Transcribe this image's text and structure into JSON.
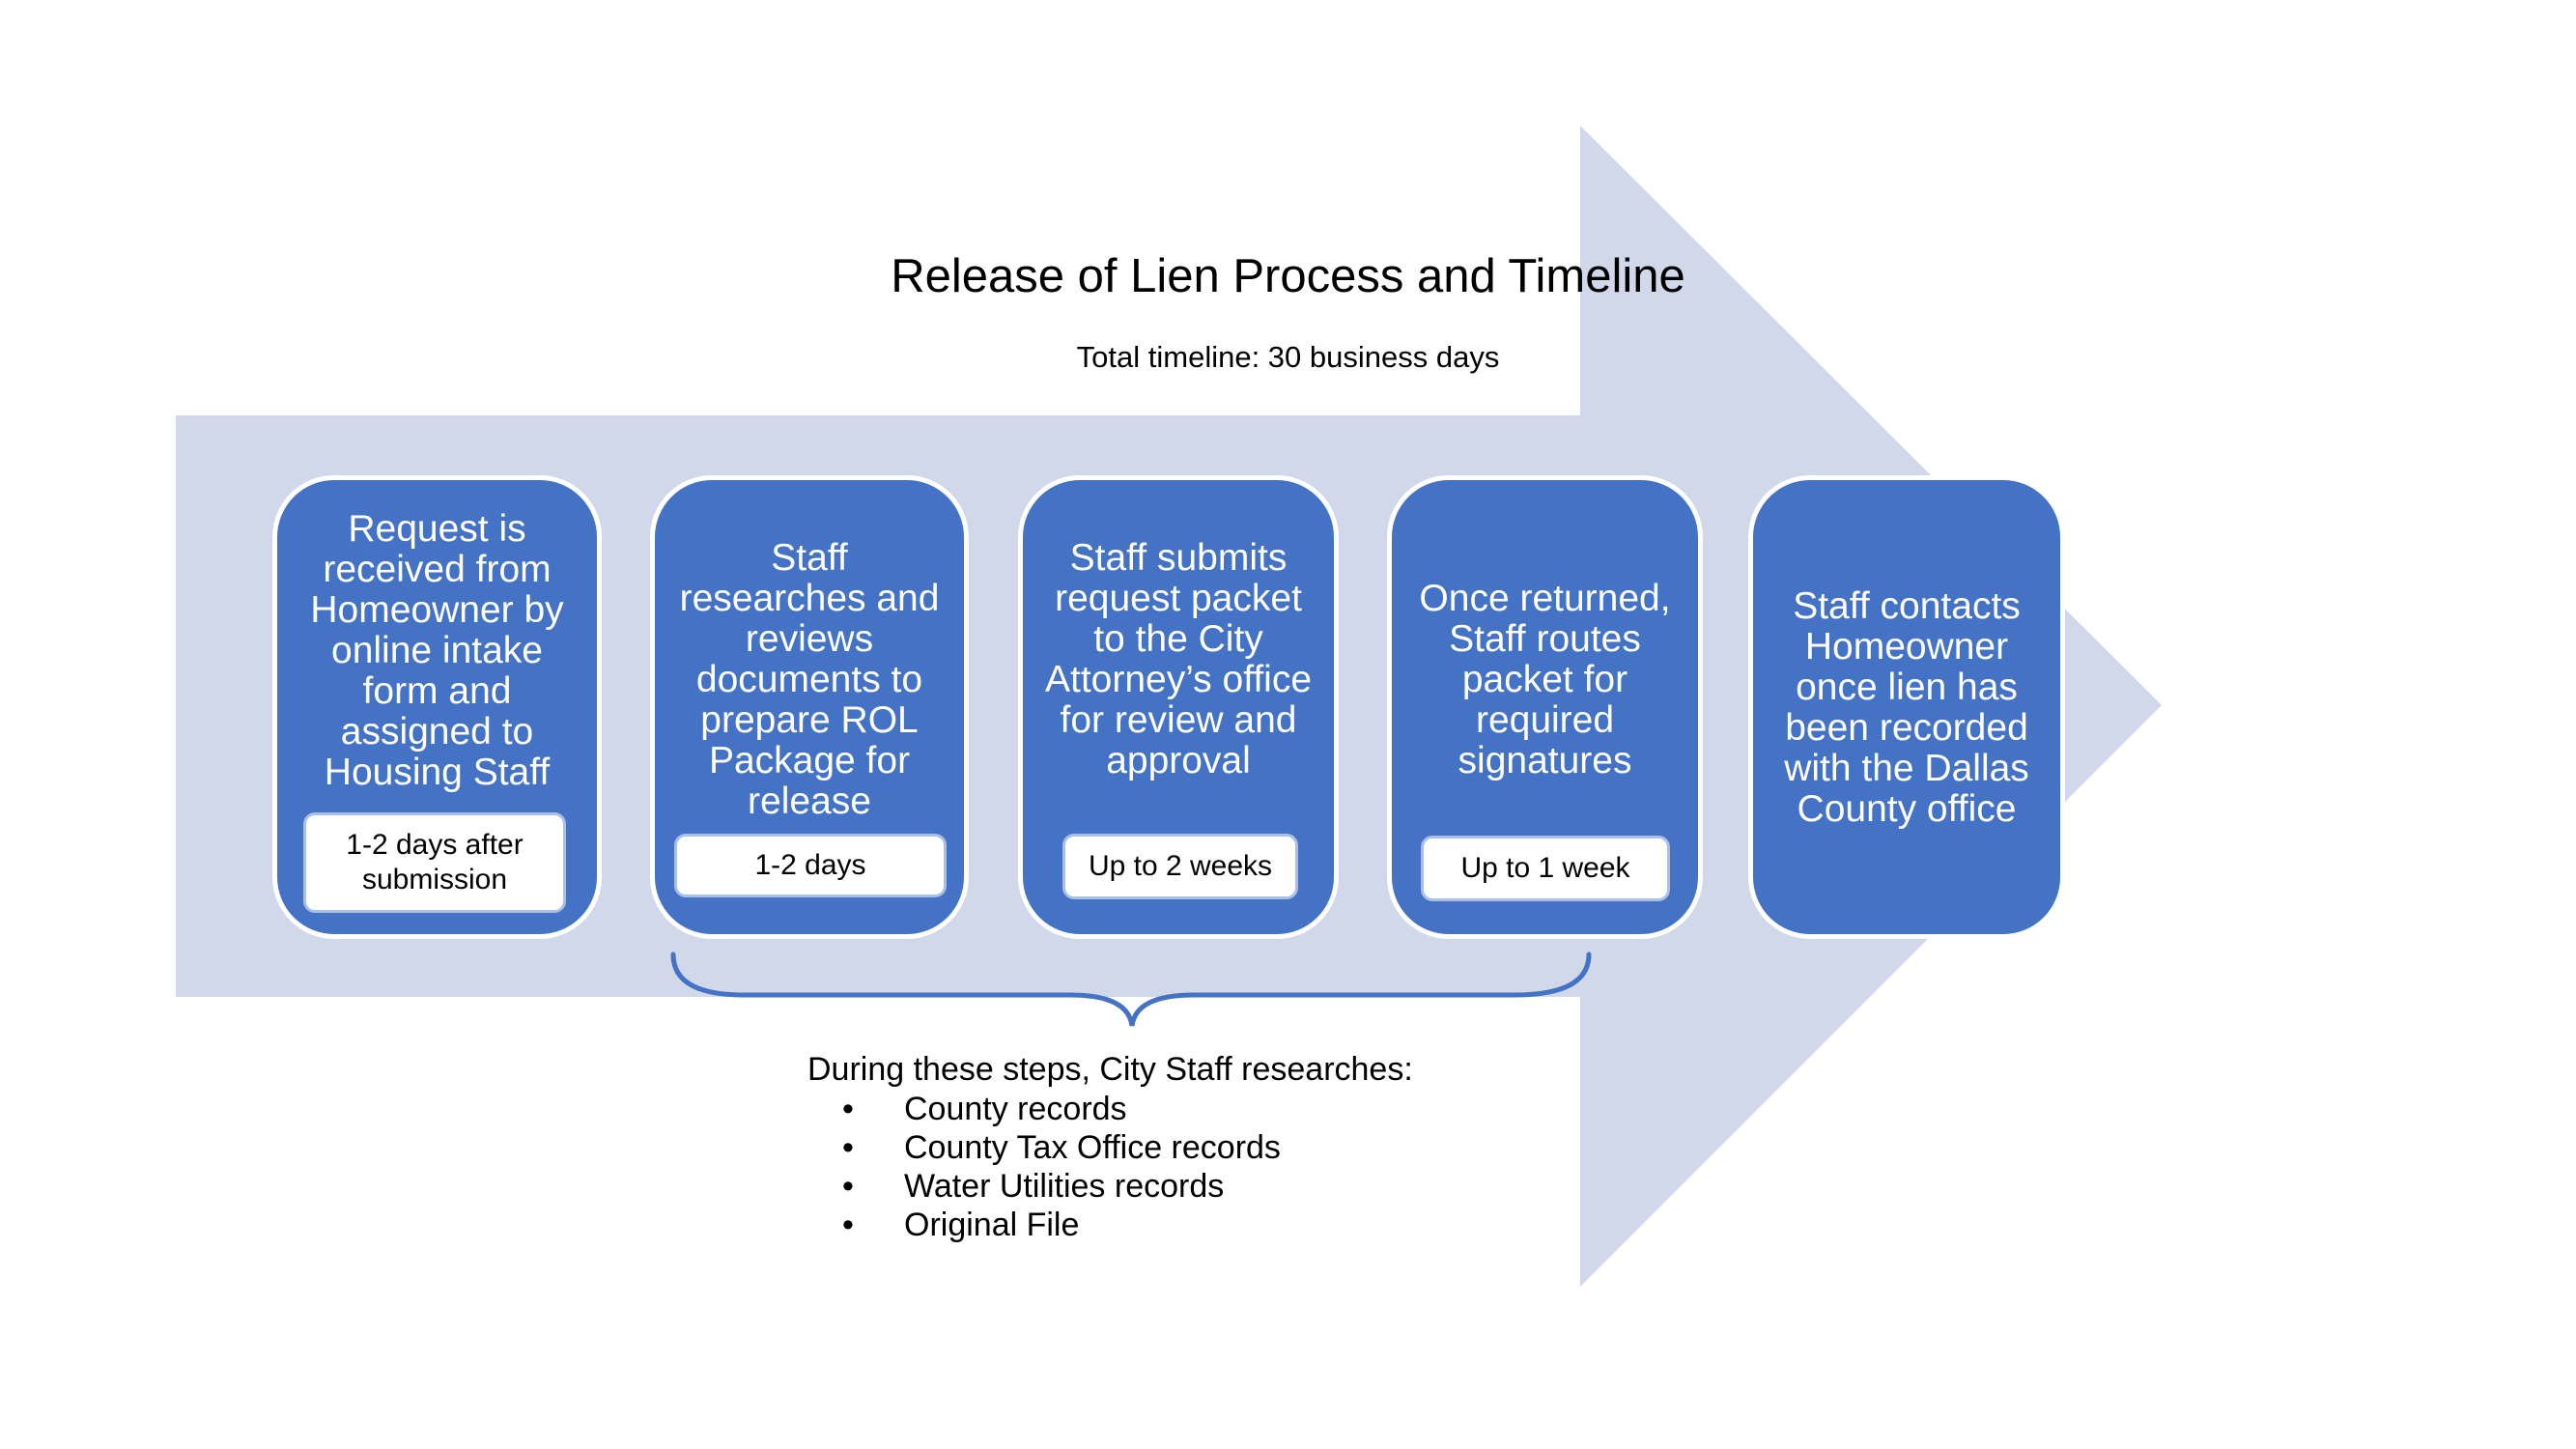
{
  "diagram": {
    "title": "Release of Lien Process and Timeline",
    "subtitle": "Total timeline: 30 business days",
    "colors": {
      "arrow": "#d1d8ea",
      "step_fill": "#4472c4",
      "step_border": "#ffffff",
      "brace": "#4472c4"
    },
    "steps": [
      {
        "text": "Request is received from Homeowner by online intake form and assigned to Housing Staff",
        "duration": "1-2 days after submission"
      },
      {
        "text": "Staff researches and reviews documents to prepare ROL Package for release",
        "duration": "1-2 days"
      },
      {
        "text": "Staff submits request packet to the City Attorney’s office for review and approval",
        "duration": "Up to 2 weeks"
      },
      {
        "text": "Once returned, Staff routes packet for required signatures",
        "duration": "Up to 1 week"
      },
      {
        "text": "Staff contacts Homeowner once lien has been recorded with the Dallas County office",
        "duration": ""
      }
    ],
    "research_note": {
      "heading": "During these steps, City Staff researches:",
      "bullet": "•",
      "items": [
        "County records",
        "County Tax Office records",
        "Water Utilities records",
        "Original File"
      ]
    }
  }
}
